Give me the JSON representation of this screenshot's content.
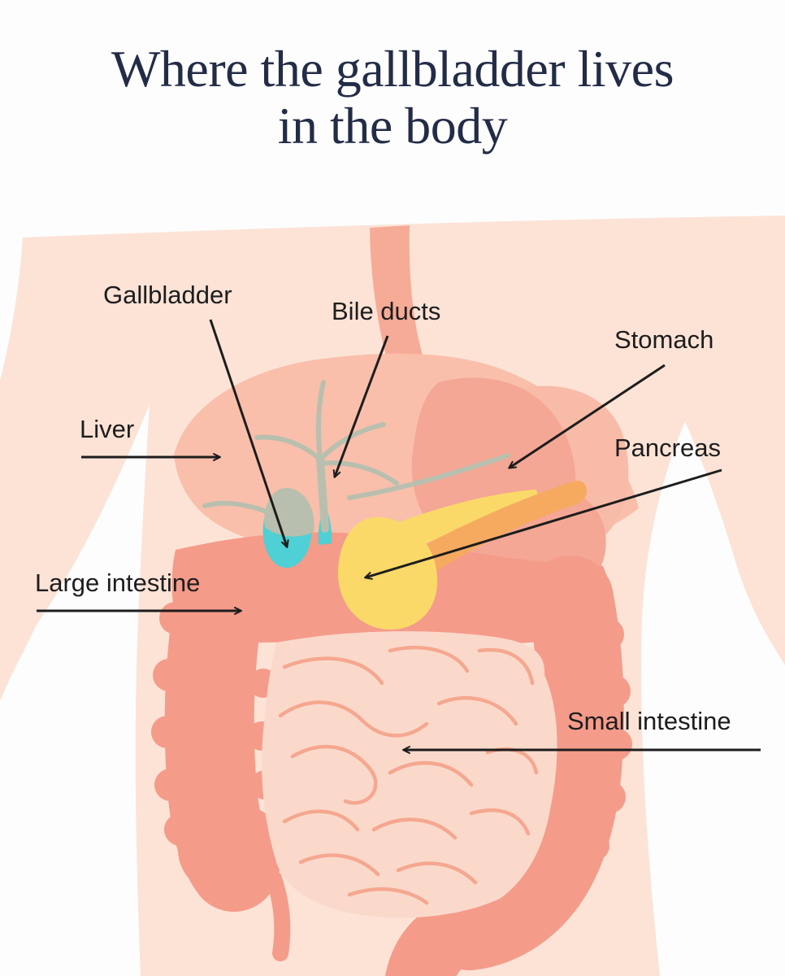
{
  "title": {
    "line1": "Where the gallbladder lives",
    "line2": "in the body"
  },
  "labels": {
    "gallbladder": "Gallbladder",
    "bile_ducts": "Bile ducts",
    "stomach": "Stomach",
    "pancreas": "Pancreas",
    "liver": "Liver",
    "large_intestine": "Large intestine",
    "small_intestine": "Small intestine"
  },
  "colors": {
    "background": "#fdfdfd",
    "torso": "#fce3d6",
    "armpit_gap": "#fdfdfd",
    "esophagus": "#f6ab96",
    "liver": "#f9bfab",
    "stomach_light": "#f8bba8",
    "stomach_deep": "#f4a795",
    "large_intestine": "#f59b8a",
    "small_intestine": "#fad9cb",
    "intestine_squiggle": "#f5a78f",
    "pancreas_yellow": "#fbd968",
    "pancreas_orange": "#f6aa60",
    "gallbladder_teal": "#4ed0d4",
    "bile_duct_grey": "#b9bfae",
    "title_text": "#232c47",
    "label_text": "#1d1d1d",
    "arrow": "#1d1d1d"
  }
}
